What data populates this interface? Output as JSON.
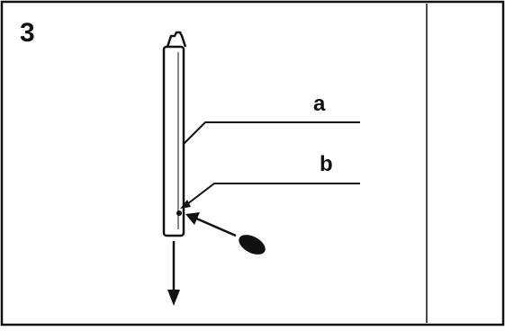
{
  "panel": {
    "step_number": "3"
  },
  "labels": {
    "a": "a",
    "b": "b"
  },
  "icons": {
    "probe": "test-probe-icon",
    "tool": "screwdriver-icon",
    "arrow_down": "arrow-down-icon",
    "arrow_diagonal": "arrow-diagonal-icon"
  },
  "colors": {
    "line": "#111111",
    "background": "#ffffff"
  }
}
